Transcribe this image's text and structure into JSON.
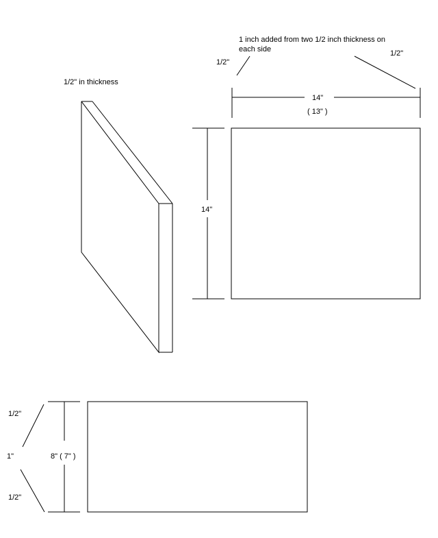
{
  "labels": {
    "panel_thickness": "1/2\" in thickness",
    "added_note_line1": "1 inch added from two 1/2 inch thickness on",
    "added_note_line2": "each side",
    "top_left_half": "1/2\"",
    "top_right_half": "1/2\"",
    "top_width": "14\"",
    "top_width_inner": "( 13\" )",
    "side_height": "14\"",
    "bottom_top_half": "1/2\"",
    "bottom_total": "1\"",
    "bottom_bottom_half": "1/2\"",
    "bottom_height": "8\" ( 7\" )"
  }
}
